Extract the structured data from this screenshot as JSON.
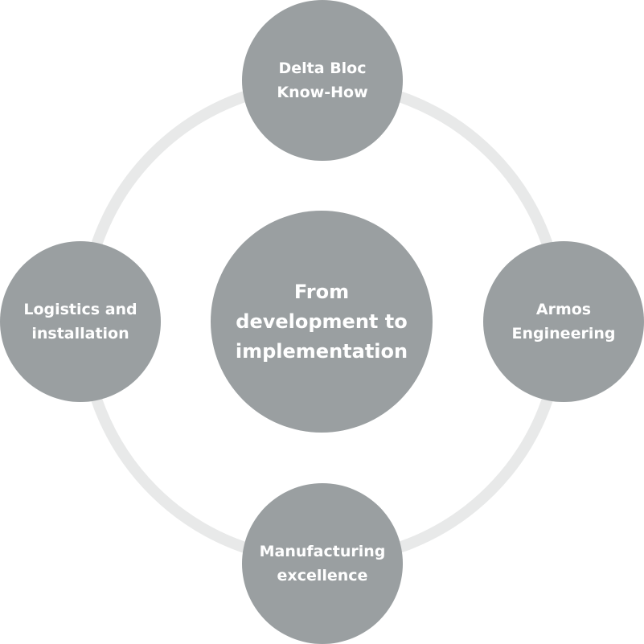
{
  "colors": {
    "ring": "#e8e9e9",
    "node_fill": "#9a9fa1",
    "text": "#ffffff"
  },
  "center": {
    "lines": [
      "From",
      "development to",
      "implementation"
    ]
  },
  "nodes": {
    "top": {
      "lines": [
        "Delta Bloc",
        "Know-How"
      ]
    },
    "right": {
      "lines": [
        "Armos",
        "Engineering"
      ]
    },
    "bottom": {
      "lines": [
        "Manufacturing",
        "excellence"
      ]
    },
    "left": {
      "lines": [
        "Logistics and",
        "installation"
      ]
    }
  }
}
